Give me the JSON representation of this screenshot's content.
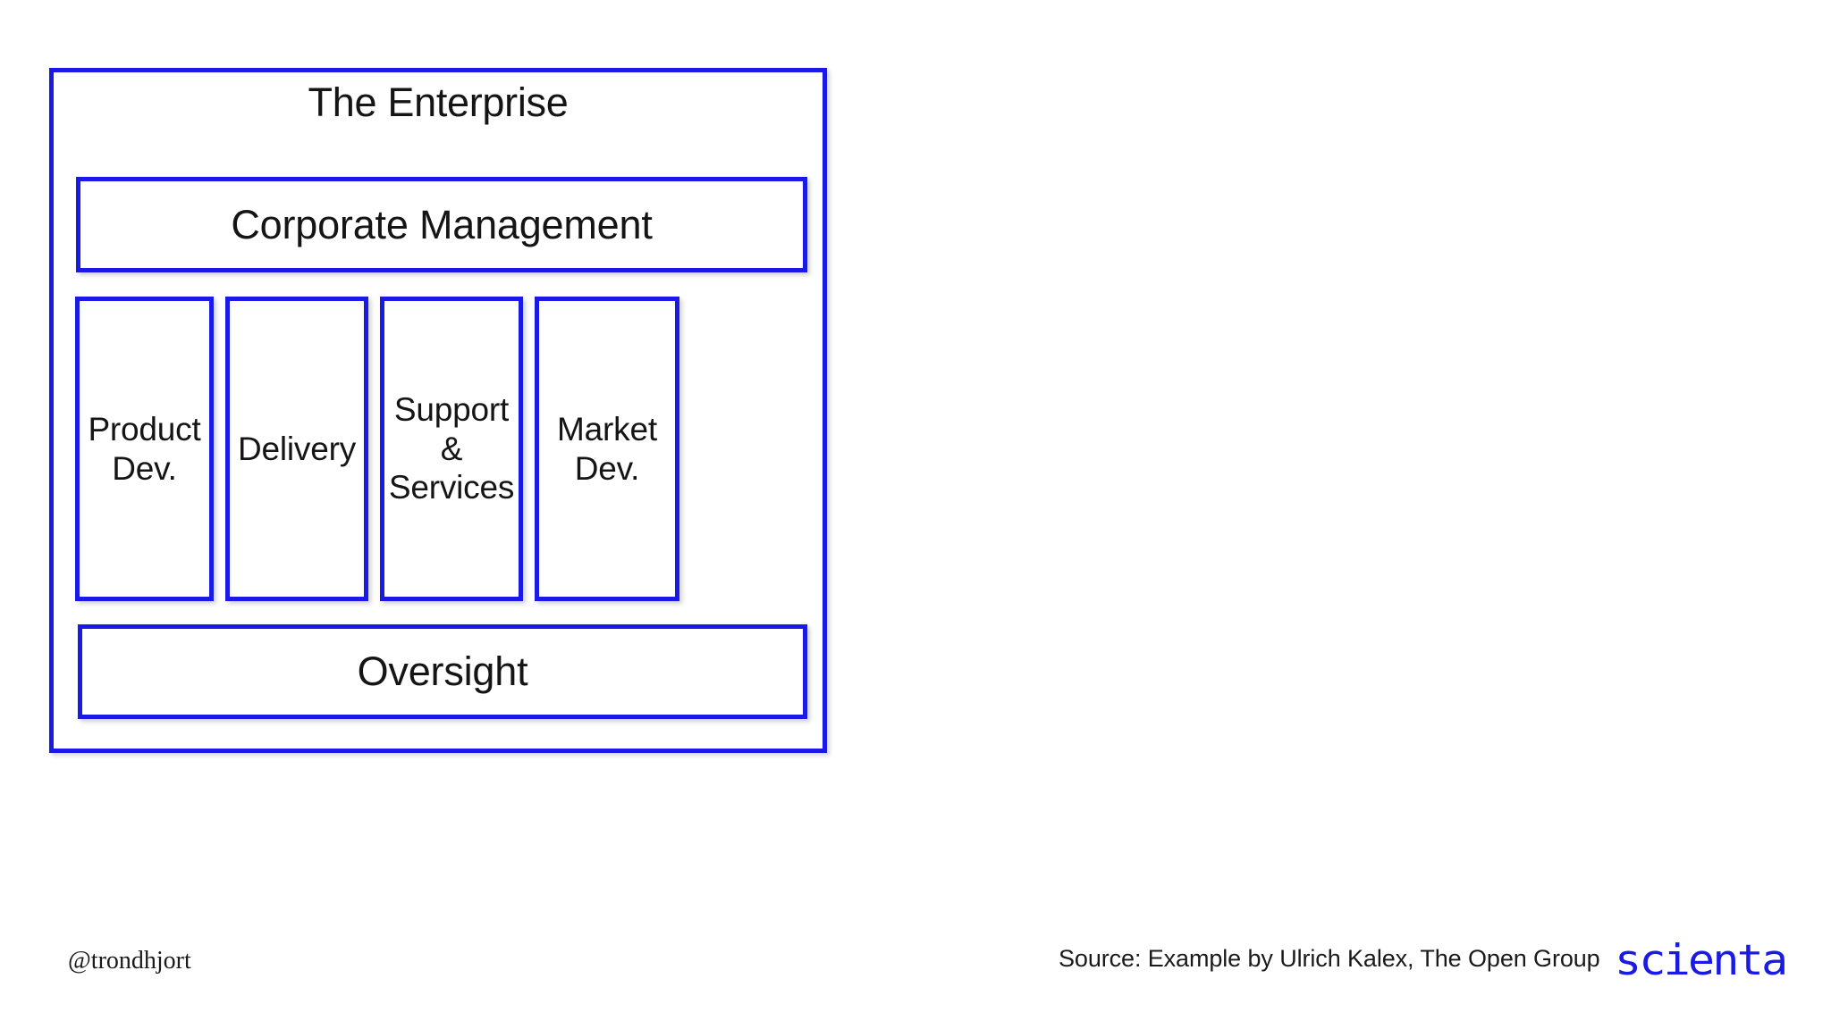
{
  "colors": {
    "brand_blue": "#1a1ae6",
    "text": "#151515",
    "background": "#ffffff"
  },
  "diagram": {
    "title": "The Enterprise",
    "management_band": {
      "label": "Corporate Management"
    },
    "columns": [
      {
        "label": "Product\nDev."
      },
      {
        "label": "Delivery"
      },
      {
        "label": "Support\n&\nServices"
      },
      {
        "label": "Market\nDev."
      }
    ],
    "oversight_band": {
      "label": "Oversight"
    }
  },
  "footer": {
    "handle": "@trondhjort",
    "source": "Source: Example by Ulrich Kalex, The Open Group",
    "logo_text": "scienta"
  }
}
